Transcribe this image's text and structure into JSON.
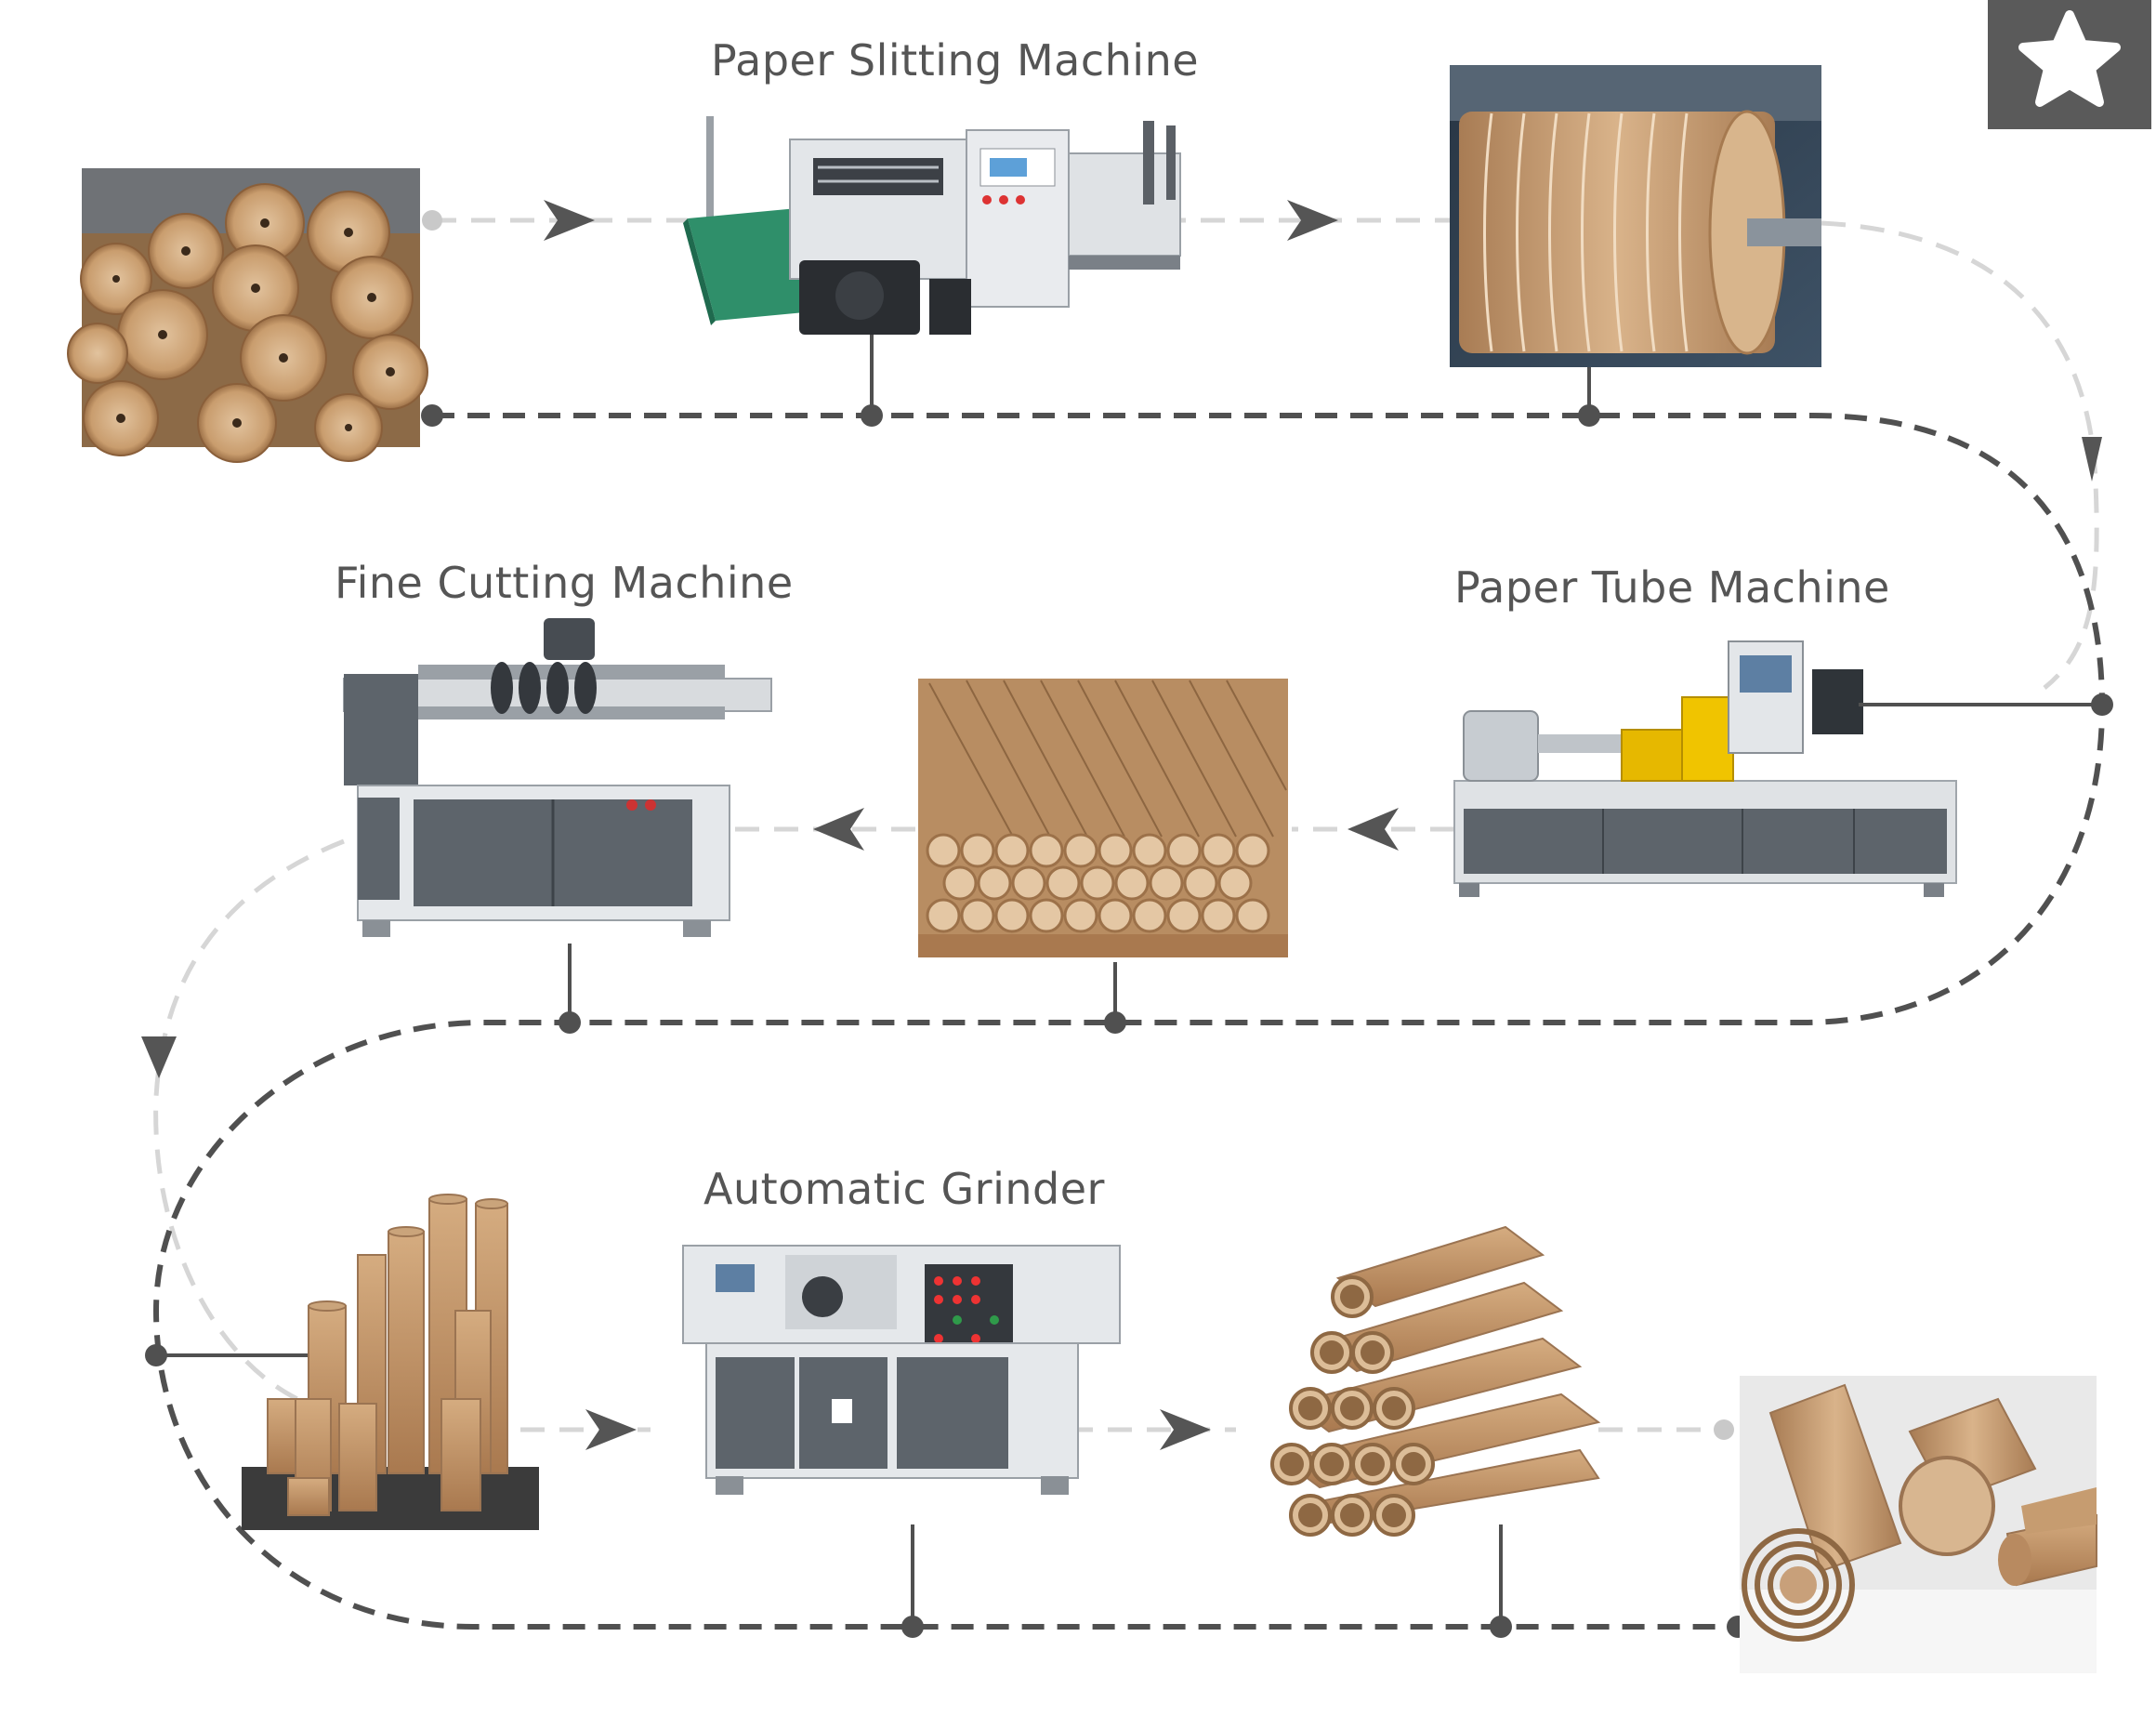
{
  "labels": {
    "paper_slitting": "Paper Slitting Machine",
    "fine_cutting": "Fine Cutting Machine",
    "paper_tube": "Paper Tube Machine",
    "automatic_grinder": "Automatic Grinder"
  },
  "badge": {
    "icon": "star-icon"
  },
  "colors": {
    "dark_line": "#505050",
    "light_line": "#d6d6d6",
    "kraft": "#c9a27a",
    "kraft_dark": "#9b7452",
    "machine_grey": "#5d646b",
    "machine_light": "#e8eaec",
    "badge": "#5a5a5a"
  },
  "steps": [
    "kraft-paper-rolls",
    "paper-slitting-machine",
    "slit-paper-rolls",
    "paper-tube-machine",
    "paper-tubes-bundle",
    "fine-cutting-machine",
    "cut-paper-tubes",
    "automatic-grinder",
    "stacked-paper-tubes",
    "finished-paper-tubes"
  ]
}
